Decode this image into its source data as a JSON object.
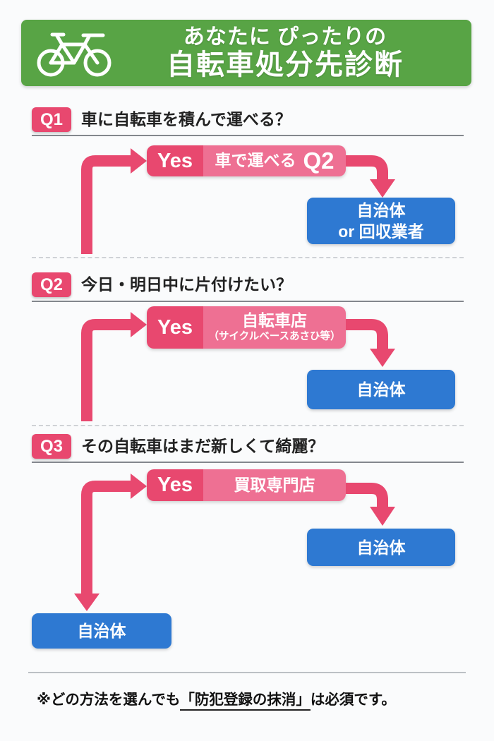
{
  "colors": {
    "green": "#58a445",
    "pink": "#e8486f",
    "pinkLight": "#ee7093",
    "blue": "#2e79d2",
    "dash": "#cfd2d6"
  },
  "header": {
    "title_line1": "あなたに ぴったりの",
    "title_line2": "自転車処分先診断"
  },
  "sections": [
    {
      "badge": "Q1",
      "question": "車に自転車を積んで運べる？",
      "yes_label": "Yes",
      "yes_text": "車で運べる",
      "yes_suffix": "Q2",
      "yes_sub": "",
      "result_line1": "自治体",
      "result_line2": "or 回収業者"
    },
    {
      "badge": "Q2",
      "question": "今日・明日中に片付けたい？",
      "yes_label": "Yes",
      "yes_text": "自転車店",
      "yes_suffix": "",
      "yes_sub": "（サイクルベースあさひ等）",
      "result_line1": "自治体",
      "result_line2": ""
    },
    {
      "badge": "Q3",
      "question": "その自転車はまだ新しくて綺麗？",
      "yes_label": "Yes",
      "yes_text": "買取専門店",
      "yes_suffix": "",
      "yes_sub": "",
      "result_line1": "自治体",
      "result_line2": ""
    }
  ],
  "final_result": "自治体",
  "footer": {
    "prefix": "※どの方法を選んでも",
    "emphasis": "「防犯登録の抹消」",
    "suffix": "は必須です。"
  }
}
